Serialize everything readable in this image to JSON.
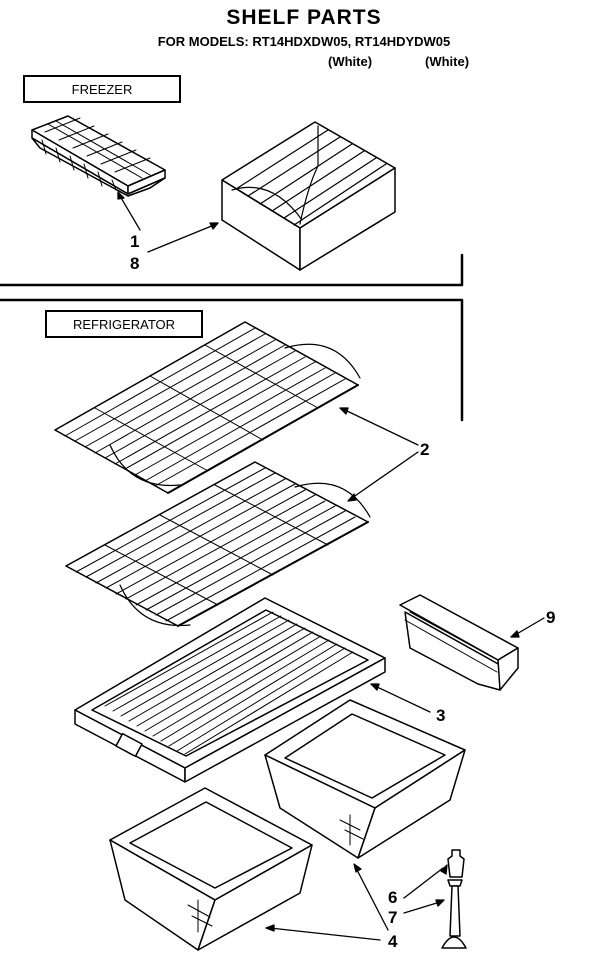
{
  "header": {
    "title": "SHELF PARTS",
    "subtitle": "FOR MODELS: RT14HDXDW05, RT14HDYDW05",
    "variant_1": "(White)",
    "variant_2": "(White)"
  },
  "sections": {
    "freezer": "FREEZER",
    "refrigerator": "REFRIGERATOR"
  },
  "callouts": {
    "c1": "1",
    "c8": "8",
    "c2": "2",
    "c9": "9",
    "c3": "3",
    "c6": "6",
    "c7": "7",
    "c4": "4"
  }
}
